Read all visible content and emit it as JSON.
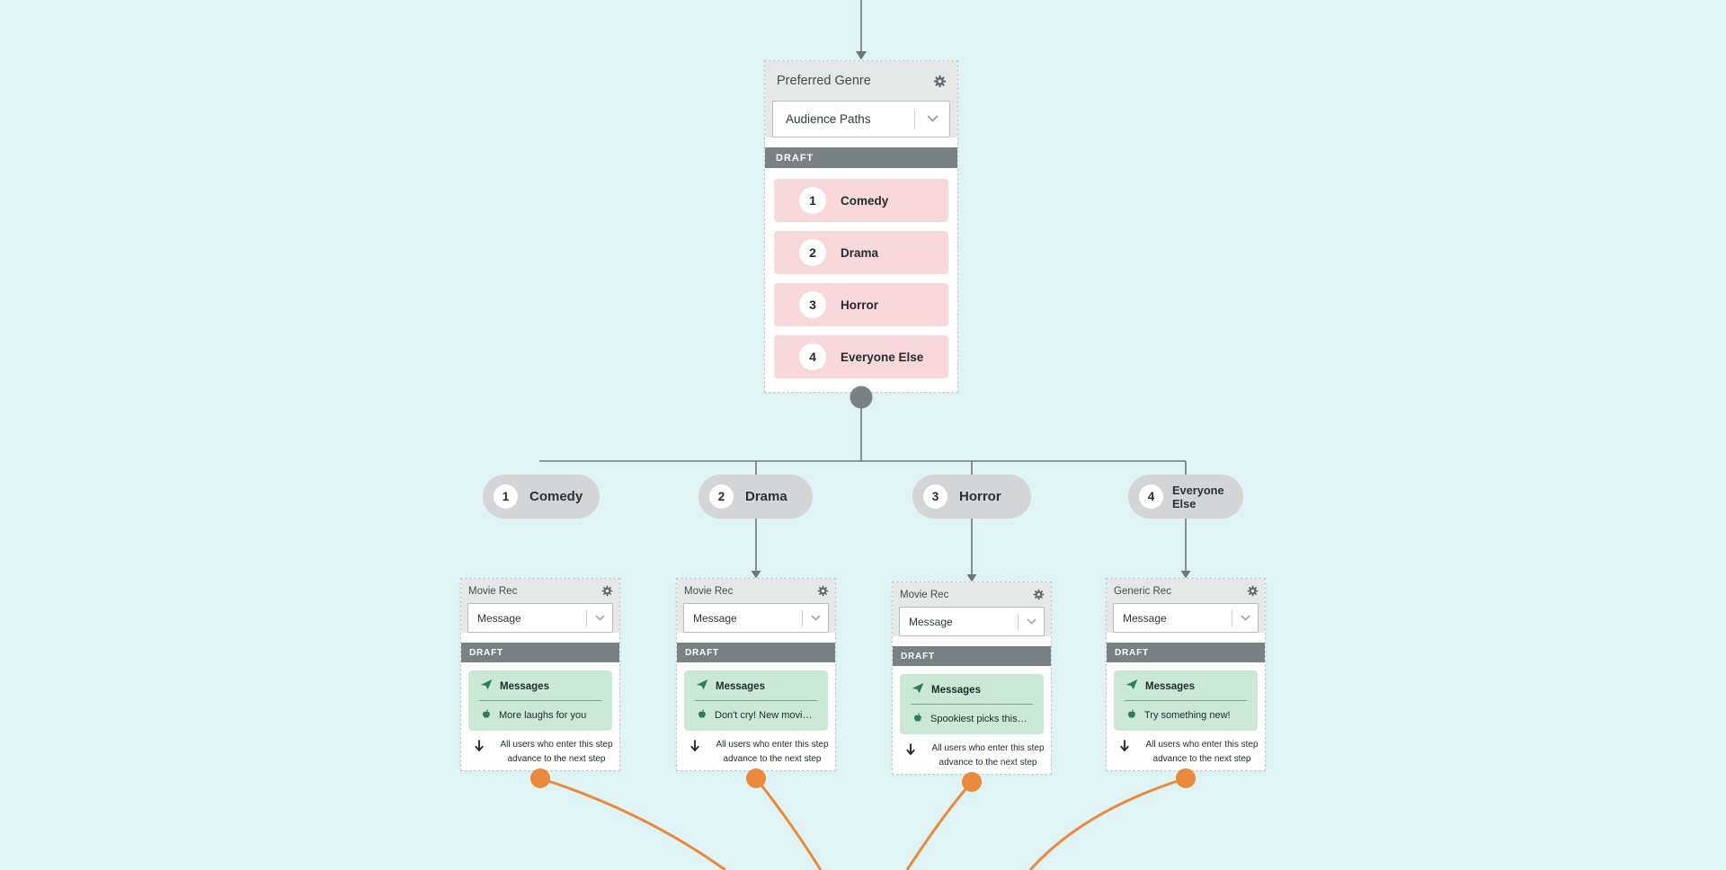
{
  "colors": {
    "canvas-bg": "#E0F4F6",
    "card-header-bg": "#E6E7E7",
    "draft-bar-bg": "#7A8184",
    "path-pink": "#F8D8DB",
    "pill-gray": "#D3D5D6",
    "connector-gray": "#6F7779",
    "node-dot-gray": "#7A8184",
    "flow-orange": "#E98A3C",
    "message-green-bg": "#CBE8D6",
    "message-green-icon": "#2E7D5A",
    "text-dark": "#222D31",
    "text-muted": "#414C50",
    "border-gray": "#B5BBBD"
  },
  "icons": {
    "gear": "gear-icon",
    "chevron": "chevron-down-icon",
    "send": "send-icon",
    "apple": "apple-icon",
    "advance": "down-arrow-icon"
  },
  "trigger_card": {
    "title": "Preferred Genre",
    "selector_value": "Audience Paths",
    "status": "DRAFT",
    "paths": [
      {
        "num": "1",
        "label": "Comedy"
      },
      {
        "num": "2",
        "label": "Drama"
      },
      {
        "num": "3",
        "label": "Horror"
      },
      {
        "num": "4",
        "label": "Everyone Else"
      }
    ]
  },
  "branch_pills": [
    {
      "num": "1",
      "label": "Comedy"
    },
    {
      "num": "2",
      "label": "Drama"
    },
    {
      "num": "3",
      "label": "Horror"
    },
    {
      "num": "4",
      "label": "Everyone Else"
    }
  ],
  "message_cards": [
    {
      "title": "Movie Rec",
      "selector_value": "Message",
      "status": "DRAFT",
      "section_label": "Messages",
      "message_preview": "More laughs for you",
      "advance_note": "All users who enter this step advance to the next step"
    },
    {
      "title": "Movie Rec",
      "selector_value": "Message",
      "status": "DRAFT",
      "section_label": "Messages",
      "message_preview": "Don't cry! New movi…",
      "advance_note": "All users who enter this step advance to the next step"
    },
    {
      "title": "Movie Rec",
      "selector_value": "Message",
      "status": "DRAFT",
      "section_label": "Messages",
      "message_preview": "Spookiest picks this…",
      "advance_note": "All users who enter this step advance to the next step"
    },
    {
      "title": "Generic Rec",
      "selector_value": "Message",
      "status": "DRAFT",
      "section_label": "Messages",
      "message_preview": "Try something new!",
      "advance_note": "All users who enter this step advance to the next step"
    }
  ]
}
